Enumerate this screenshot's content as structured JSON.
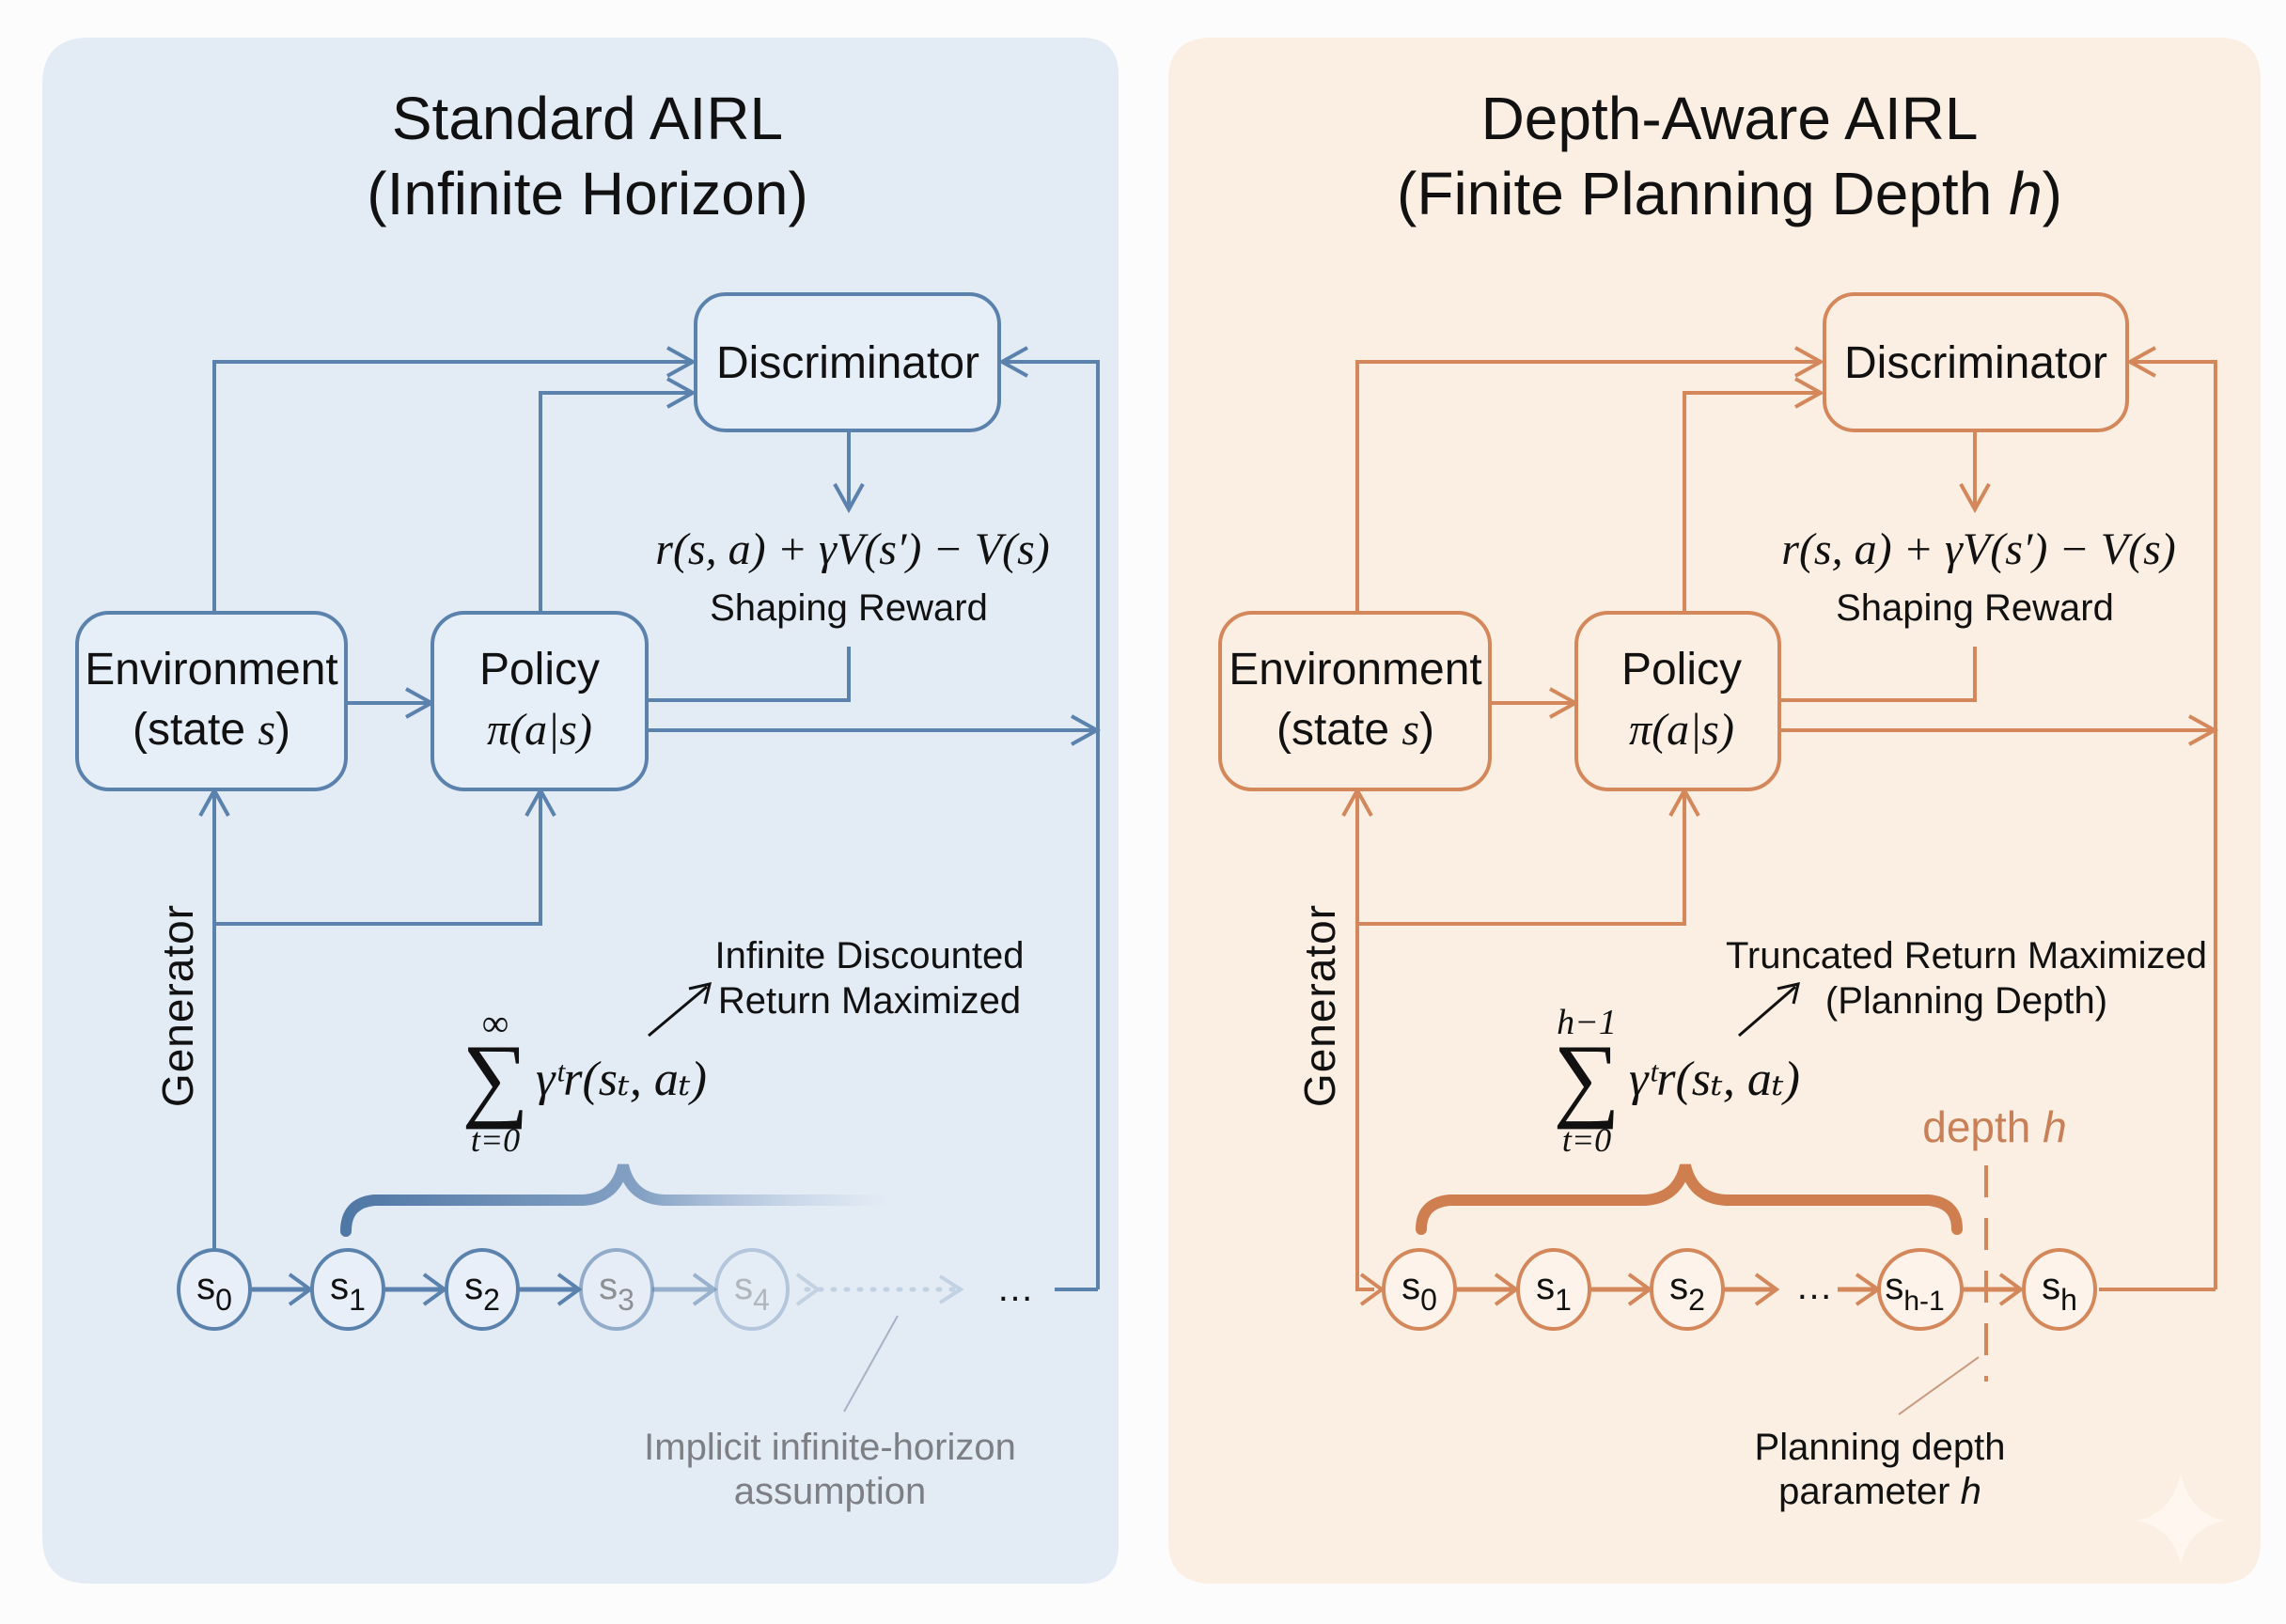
{
  "left_panel": {
    "title_line1": "Standard AIRL",
    "title_line2": "(Infinite Horizon)",
    "color": "#5b82ad",
    "background": "#e3ebf5",
    "discriminator_label": "Discriminator",
    "environment_label_line1": "Environment",
    "environment_label_line2_text": "(state ",
    "environment_label_line2_var": "s",
    "environment_label_line2_close": ")",
    "policy_label_line1": "Policy",
    "policy_formula": "π(a|s)",
    "shaping_formula": "r(s, a) + γV(s′) − V(s)",
    "shaping_label": "Shaping Reward",
    "generator_label": "Generator",
    "sum_upper": "∞",
    "sum_lower": "t=0",
    "sum_symbol": "∑",
    "sum_body": "γᵗr(sₜ, aₜ)",
    "return_label_line1": "Infinite Discounted",
    "return_label_line2": "Return Maximized",
    "states": [
      {
        "base": "s",
        "sub": "0",
        "opacity": 1.0
      },
      {
        "base": "s",
        "sub": "1",
        "opacity": 1.0
      },
      {
        "base": "s",
        "sub": "2",
        "opacity": 1.0
      },
      {
        "base": "s",
        "sub": "3",
        "opacity": 0.6
      },
      {
        "base": "s",
        "sub": "4",
        "opacity": 0.35
      }
    ],
    "ellipsis": "…",
    "note_line1": "Implicit infinite-horizon",
    "note_line2": "assumption"
  },
  "right_panel": {
    "title_line1": "Depth-Aware AIRL",
    "title_line2_text": "(Finite Planning Depth ",
    "title_line2_var": "h",
    "title_line2_close": ")",
    "color": "#d4875a",
    "background": "#fbeee2",
    "discriminator_label": "Discriminator",
    "environment_label_line1": "Environment",
    "environment_label_line2_text": "(state ",
    "environment_label_line2_var": "s",
    "environment_label_line2_close": ")",
    "policy_label_line1": "Policy",
    "policy_formula": "π(a|s)",
    "shaping_formula": "r(s, a) + γV(s′) − V(s)",
    "shaping_label": "Shaping Reward",
    "generator_label": "Generator",
    "sum_upper": "h−1",
    "sum_lower": "t=0",
    "sum_symbol": "∑",
    "sum_body": "γᵗr(sₜ, aₜ)",
    "return_label_line1": "Truncated Return Maximized",
    "return_label_line2": "(Planning Depth)",
    "states": [
      {
        "base": "s",
        "sub": "0"
      },
      {
        "base": "s",
        "sub": "1"
      },
      {
        "base": "s",
        "sub": "2"
      },
      {
        "base": "s",
        "sub": "h-1"
      },
      {
        "base": "s",
        "sub": "h"
      }
    ],
    "chain_ellipsis": "…",
    "depth_label_text": "depth ",
    "depth_label_var": "h",
    "note_line1": "Planning depth",
    "note_line2_text": "parameter ",
    "note_line2_var": "h"
  },
  "watermark_icon": "sparkle-icon"
}
